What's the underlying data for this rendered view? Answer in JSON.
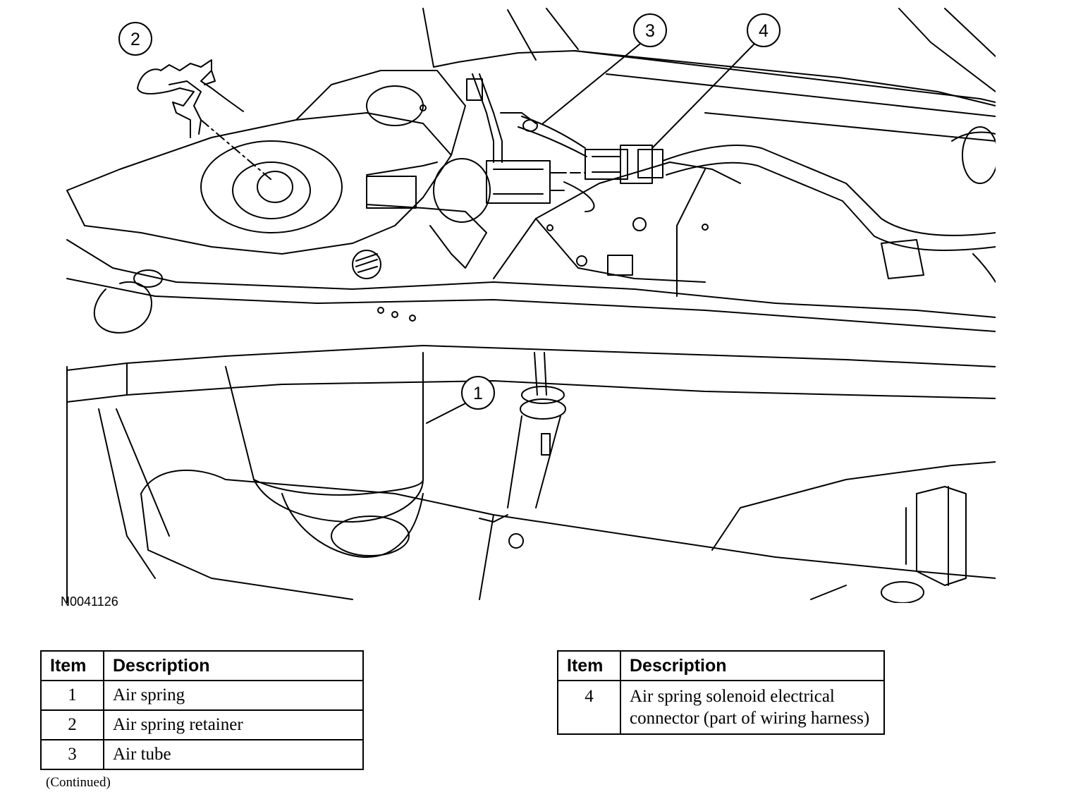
{
  "figure": {
    "id": "N0041126",
    "callouts": [
      "1",
      "2",
      "3",
      "4"
    ]
  },
  "legend_left": {
    "headers": {
      "item": "Item",
      "description": "Description"
    },
    "rows": [
      {
        "item": "1",
        "description": "Air spring"
      },
      {
        "item": "2",
        "description": "Air spring retainer"
      },
      {
        "item": "3",
        "description": "Air tube"
      }
    ]
  },
  "legend_right": {
    "headers": {
      "item": "Item",
      "description": "Description"
    },
    "rows": [
      {
        "item": "4",
        "description": "Air spring solenoid electrical connector (part of wiring harness)"
      }
    ]
  },
  "footer": {
    "continued": "(Continued)"
  }
}
